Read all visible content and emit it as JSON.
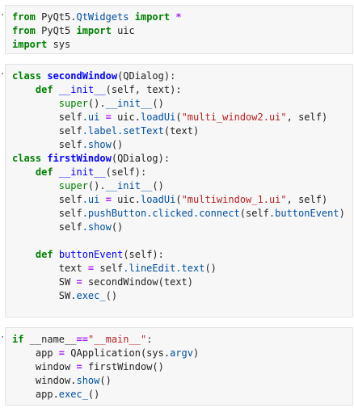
{
  "cells": [
    {
      "lines": [
        [
          [
            "kw",
            "from"
          ],
          [
            "plain",
            " PyQt5."
          ],
          [
            "attr",
            "QtWidgets"
          ],
          [
            "plain",
            " "
          ],
          [
            "kw",
            "import"
          ],
          [
            "plain",
            " "
          ],
          [
            "op",
            "*"
          ]
        ],
        [
          [
            "kw",
            "from"
          ],
          [
            "plain",
            " PyQt5 "
          ],
          [
            "kw",
            "import"
          ],
          [
            "plain",
            " uic"
          ]
        ],
        [
          [
            "kw",
            "import"
          ],
          [
            "plain",
            " sys"
          ]
        ]
      ]
    },
    {
      "lines": [
        [
          [
            "kw",
            "class"
          ],
          [
            "plain",
            " "
          ],
          [
            "cls",
            "secondWindow"
          ],
          [
            "plain",
            "(QDialog):"
          ]
        ],
        [
          [
            "plain",
            "    "
          ],
          [
            "kw",
            "def"
          ],
          [
            "plain",
            " "
          ],
          [
            "fn",
            "__init__"
          ],
          [
            "plain",
            "(self, text):"
          ]
        ],
        [
          [
            "plain",
            "        "
          ],
          [
            "bi",
            "super"
          ],
          [
            "plain",
            "()."
          ],
          [
            "attr",
            "__init__"
          ],
          [
            "plain",
            "()"
          ]
        ],
        [
          [
            "plain",
            "        self"
          ],
          [
            "attr",
            ".ui"
          ],
          [
            "plain",
            " "
          ],
          [
            "op",
            "="
          ],
          [
            "plain",
            " uic."
          ],
          [
            "attr",
            "loadUi"
          ],
          [
            "plain",
            "("
          ],
          [
            "str",
            "\"multi_window2.ui\""
          ],
          [
            "plain",
            ", self)"
          ]
        ],
        [
          [
            "plain",
            "        self"
          ],
          [
            "attr",
            ".label.setText"
          ],
          [
            "plain",
            "(text)"
          ]
        ],
        [
          [
            "plain",
            "        self"
          ],
          [
            "attr",
            ".show"
          ],
          [
            "plain",
            "()"
          ]
        ],
        [
          [
            "kw",
            "class"
          ],
          [
            "plain",
            " "
          ],
          [
            "cls",
            "firstWindow"
          ],
          [
            "plain",
            "(QDialog):"
          ]
        ],
        [
          [
            "plain",
            "    "
          ],
          [
            "kw",
            "def"
          ],
          [
            "plain",
            " "
          ],
          [
            "fn",
            "__init__"
          ],
          [
            "plain",
            "(self):"
          ]
        ],
        [
          [
            "plain",
            "        "
          ],
          [
            "bi",
            "super"
          ],
          [
            "plain",
            "()."
          ],
          [
            "attr",
            "__init__"
          ],
          [
            "plain",
            "()"
          ]
        ],
        [
          [
            "plain",
            "        self"
          ],
          [
            "attr",
            ".ui"
          ],
          [
            "plain",
            " "
          ],
          [
            "op",
            "="
          ],
          [
            "plain",
            " uic."
          ],
          [
            "attr",
            "loadUi"
          ],
          [
            "plain",
            "("
          ],
          [
            "str",
            "\"multiwindow_1.ui\""
          ],
          [
            "plain",
            ", self)"
          ]
        ],
        [
          [
            "plain",
            "        self"
          ],
          [
            "attr",
            ".pushButton.clicked.connect"
          ],
          [
            "plain",
            "(self"
          ],
          [
            "attr",
            ".buttonEvent"
          ],
          [
            "plain",
            ")"
          ]
        ],
        [
          [
            "plain",
            "        self"
          ],
          [
            "attr",
            ".show"
          ],
          [
            "plain",
            "()"
          ]
        ],
        [
          [
            "plain",
            ""
          ]
        ],
        [
          [
            "plain",
            "    "
          ],
          [
            "kw",
            "def"
          ],
          [
            "plain",
            " "
          ],
          [
            "fn",
            "buttonEvent"
          ],
          [
            "plain",
            "(self):"
          ]
        ],
        [
          [
            "plain",
            "        text "
          ],
          [
            "op",
            "="
          ],
          [
            "plain",
            " self"
          ],
          [
            "attr",
            ".lineEdit.text"
          ],
          [
            "plain",
            "()"
          ]
        ],
        [
          [
            "plain",
            "        SW "
          ],
          [
            "op",
            "="
          ],
          [
            "plain",
            " secondWindow(text)"
          ]
        ],
        [
          [
            "plain",
            "        SW."
          ],
          [
            "attr",
            "exec_"
          ],
          [
            "plain",
            "()"
          ]
        ]
      ]
    },
    {
      "lines": [
        [
          [
            "kw",
            "if"
          ],
          [
            "plain",
            " __name__"
          ],
          [
            "op",
            "=="
          ],
          [
            "str",
            "\"__main__\""
          ],
          [
            "plain",
            ":"
          ]
        ],
        [
          [
            "plain",
            "    app "
          ],
          [
            "op",
            "="
          ],
          [
            "plain",
            " QApplication(sys."
          ],
          [
            "attr",
            "argv"
          ],
          [
            "plain",
            ")"
          ]
        ],
        [
          [
            "plain",
            "    window "
          ],
          [
            "op",
            "="
          ],
          [
            "plain",
            " firstWindow()"
          ]
        ],
        [
          [
            "plain",
            "    window."
          ],
          [
            "attr",
            "show"
          ],
          [
            "plain",
            "()"
          ]
        ],
        [
          [
            "plain",
            "    app."
          ],
          [
            "attr",
            "exec_"
          ],
          [
            "plain",
            "()"
          ]
        ]
      ]
    }
  ]
}
